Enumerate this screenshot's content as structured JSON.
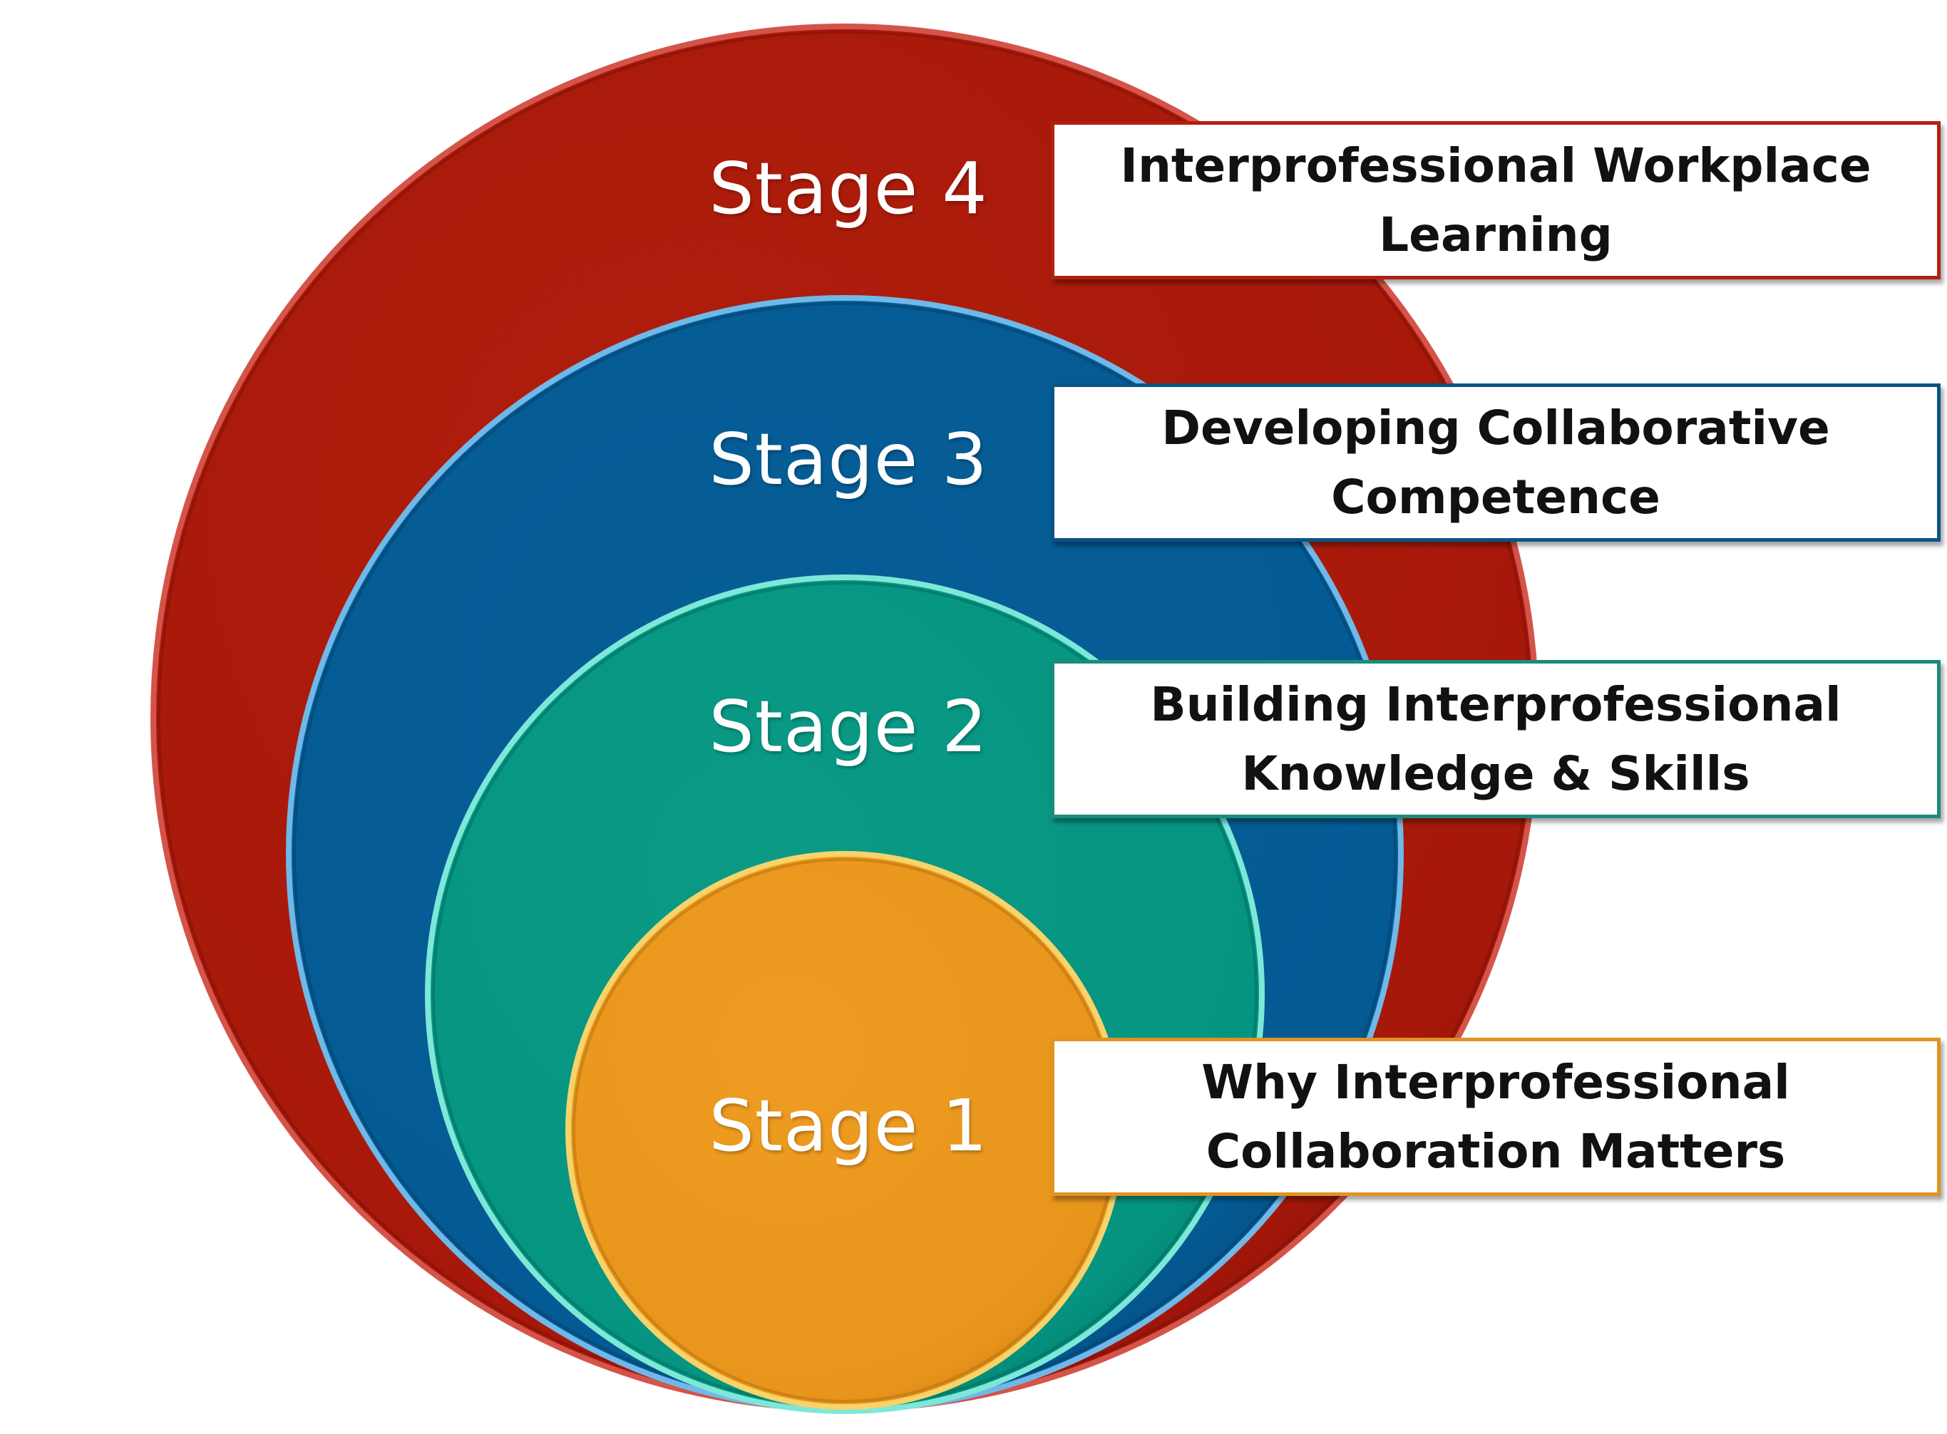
{
  "colors": {
    "stage4": "#a81a0b",
    "stage3": "#045a93",
    "stage2": "#049480",
    "stage1": "#e8951c",
    "stage4_border": "#b22010",
    "stage3_border": "#0a5485",
    "stage2_border": "#1a8c7c",
    "stage1_border": "#e09321"
  },
  "stages": [
    {
      "id": "stage4",
      "label": "Stage 4",
      "description": "Interprofessional Workplace Learning"
    },
    {
      "id": "stage3",
      "label": "Stage 3",
      "description": "Developing Collaborative Competence"
    },
    {
      "id": "stage2",
      "label": "Stage 2",
      "description": "Building Interprofessional Knowledge & Skills"
    },
    {
      "id": "stage1",
      "label": "Stage 1",
      "description": "Why Interprofessional Collaboration Matters"
    }
  ]
}
